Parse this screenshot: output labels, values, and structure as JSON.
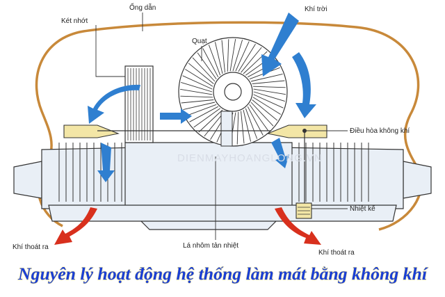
{
  "labels": {
    "ong_dan": "Ống dẫn",
    "ket_nhot": "Két nhớt",
    "khi_troi": "Khí trời",
    "quat": "Quạt",
    "dieu_hoa": "Điều hòa không khí",
    "nhiet_ke": "Nhiệt kế",
    "khi_thoat_ra_left": "Khí thoát ra",
    "khi_thoat_ra_right": "Khí thoát ra",
    "la_nhom": "Lá nhôm tản nhiệt"
  },
  "watermark": "DIENMAYHOANGLONG.VN",
  "caption": "Nguyên lý hoạt động hệ thống làm mát bằng không khí",
  "colors": {
    "housing": "#c8893a",
    "outline": "#333333",
    "body_fill": "#e9eff6",
    "air_blue": "#2f7fd0",
    "exhaust_red": "#d8301d",
    "radiator_yellow": "#f3e6a6",
    "caption_blue": "#1a3fd6"
  }
}
